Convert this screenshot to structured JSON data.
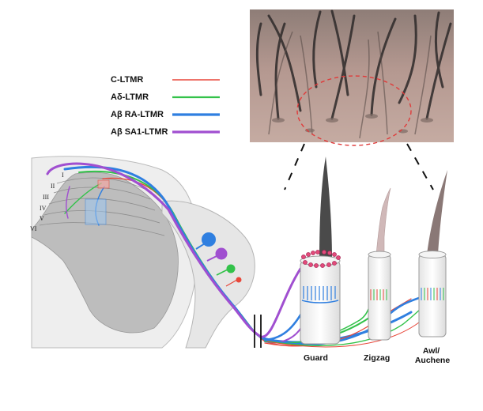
{
  "legend": [
    {
      "label": "C-LTMR",
      "color": "#e8473a"
    },
    {
      "label": "Aδ-LTMR",
      "color": "#33c24a"
    },
    {
      "label": "Aβ RA-LTMR",
      "color": "#2f7fe0"
    },
    {
      "label": "Aβ SA1-LTMR",
      "color": "#a04fd0"
    }
  ],
  "laminae": [
    "I",
    "II",
    "III",
    "IV",
    "V",
    "VI"
  ],
  "hair_types": [
    "Guard",
    "Zigzag",
    "Awl/\nAuchene"
  ],
  "colors": {
    "spinal_outer": "#eeeeee",
    "spinal_gray": "#bdbdbd",
    "drg": "#e6e6e6",
    "skin_photo": "#b89a90",
    "hair_dark": "#4a4a4a"
  }
}
